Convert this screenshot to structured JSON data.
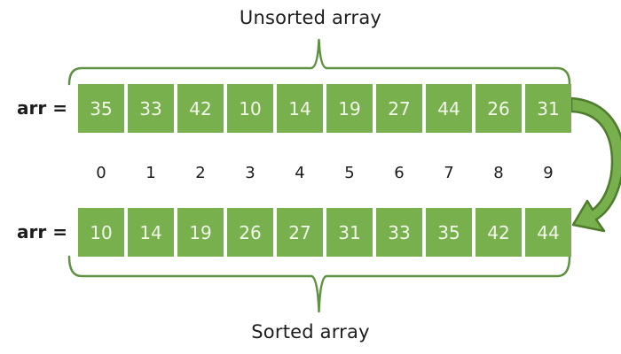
{
  "titles": {
    "top": "Unsorted array",
    "bottom": "Sorted array"
  },
  "unsorted": {
    "label": "arr =",
    "values": [
      "35",
      "33",
      "42",
      "10",
      "14",
      "19",
      "27",
      "44",
      "26",
      "31"
    ]
  },
  "indices": [
    "0",
    "1",
    "2",
    "3",
    "4",
    "5",
    "6",
    "7",
    "8",
    "9"
  ],
  "sorted": {
    "label": "arr =",
    "values": [
      "10",
      "14",
      "19",
      "26",
      "27",
      "31",
      "33",
      "35",
      "42",
      "44"
    ]
  },
  "icons": {
    "arrow": "curved-arrow-from-unsorted-to-sorted",
    "brace_top": "curly-brace-over-unsorted-array",
    "brace_bottom": "curly-brace-under-sorted-array"
  },
  "colors": {
    "cell_green": "#77b04c",
    "cell_text": "#f2f7ea",
    "brace_green": "#5e9142",
    "arrow_fill": "#77b04c",
    "arrow_border": "#4e7b2c",
    "text_black": "#1c1c1c"
  }
}
